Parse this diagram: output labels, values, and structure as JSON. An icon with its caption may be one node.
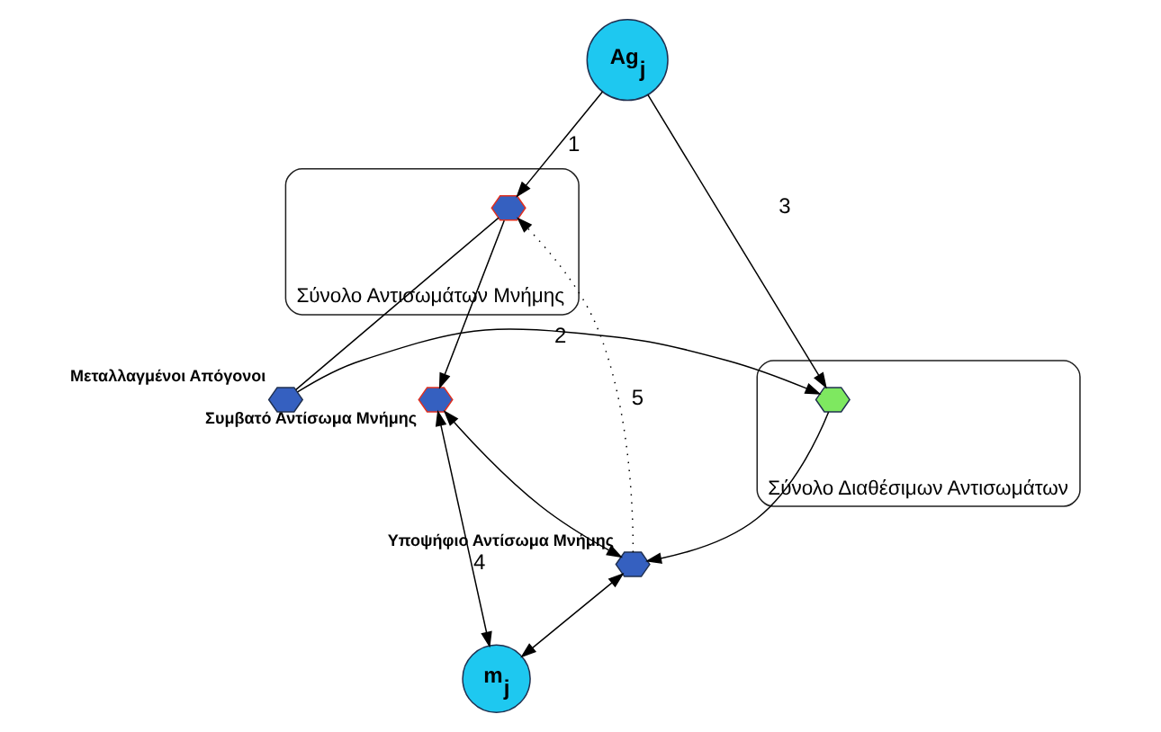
{
  "diagram": {
    "nodes": [
      {
        "text": [
          "Ag$_{j}$"
        ]
      },
      {
        "text": [
          "Σύνολο Αντισωμάτων Μνήμης"
        ]
      },
      {
        "text": [],
        "shape": "hexagon",
        "in": 1
      },
      {
        "text": [],
        "shape": "hexagon",
        "beside": [
          "Μεταλλαγμένοι Απόγονοι"
        ]
      },
      {
        "text": [
          "Σύνολο Διαθέσιμων Αντισωμάτων"
        ]
      },
      {
        "text": [],
        "shape": "hexagon",
        "in": 4
      },
      {
        "text": [],
        "shape": "hexagon",
        "beside": [
          "Συμβατό Αντίσωμα Μνήμης"
        ]
      },
      {
        "text": [
          "m$_{j}$"
        ]
      },
      {
        "text": [],
        "shape": "hexagon",
        "beside": [
          "Υποψήφιο Αντίσωμα Μνήμης"
        ]
      }
    ],
    "edges": [
      {
        "from": 0,
        "to": 2,
        "arrow": "to",
        "label": "1"
      },
      {
        "from": 2,
        "to": 6,
        "arrow": "to"
      },
      {
        "from": 2,
        "to": 3,
        "arrow": "none"
      },
      {
        "from": 3,
        "to": 5,
        "arrow": "to",
        "label": "2"
      },
      {
        "from": 0,
        "to": 5,
        "arrow": "to",
        "label": "3"
      },
      {
        "from": 5,
        "to": 8,
        "arrow": "to"
      },
      {
        "from": 6,
        "to": 8,
        "arrow": "both"
      },
      {
        "from": 6,
        "to": 7,
        "arrow": "both",
        "label": "4"
      },
      {
        "from": 8,
        "to": 7,
        "arrow": "both"
      },
      {
        "from": 8,
        "to": 2,
        "arrow": "to",
        "label": "5",
        "style": "dashed"
      }
    ]
  }
}
